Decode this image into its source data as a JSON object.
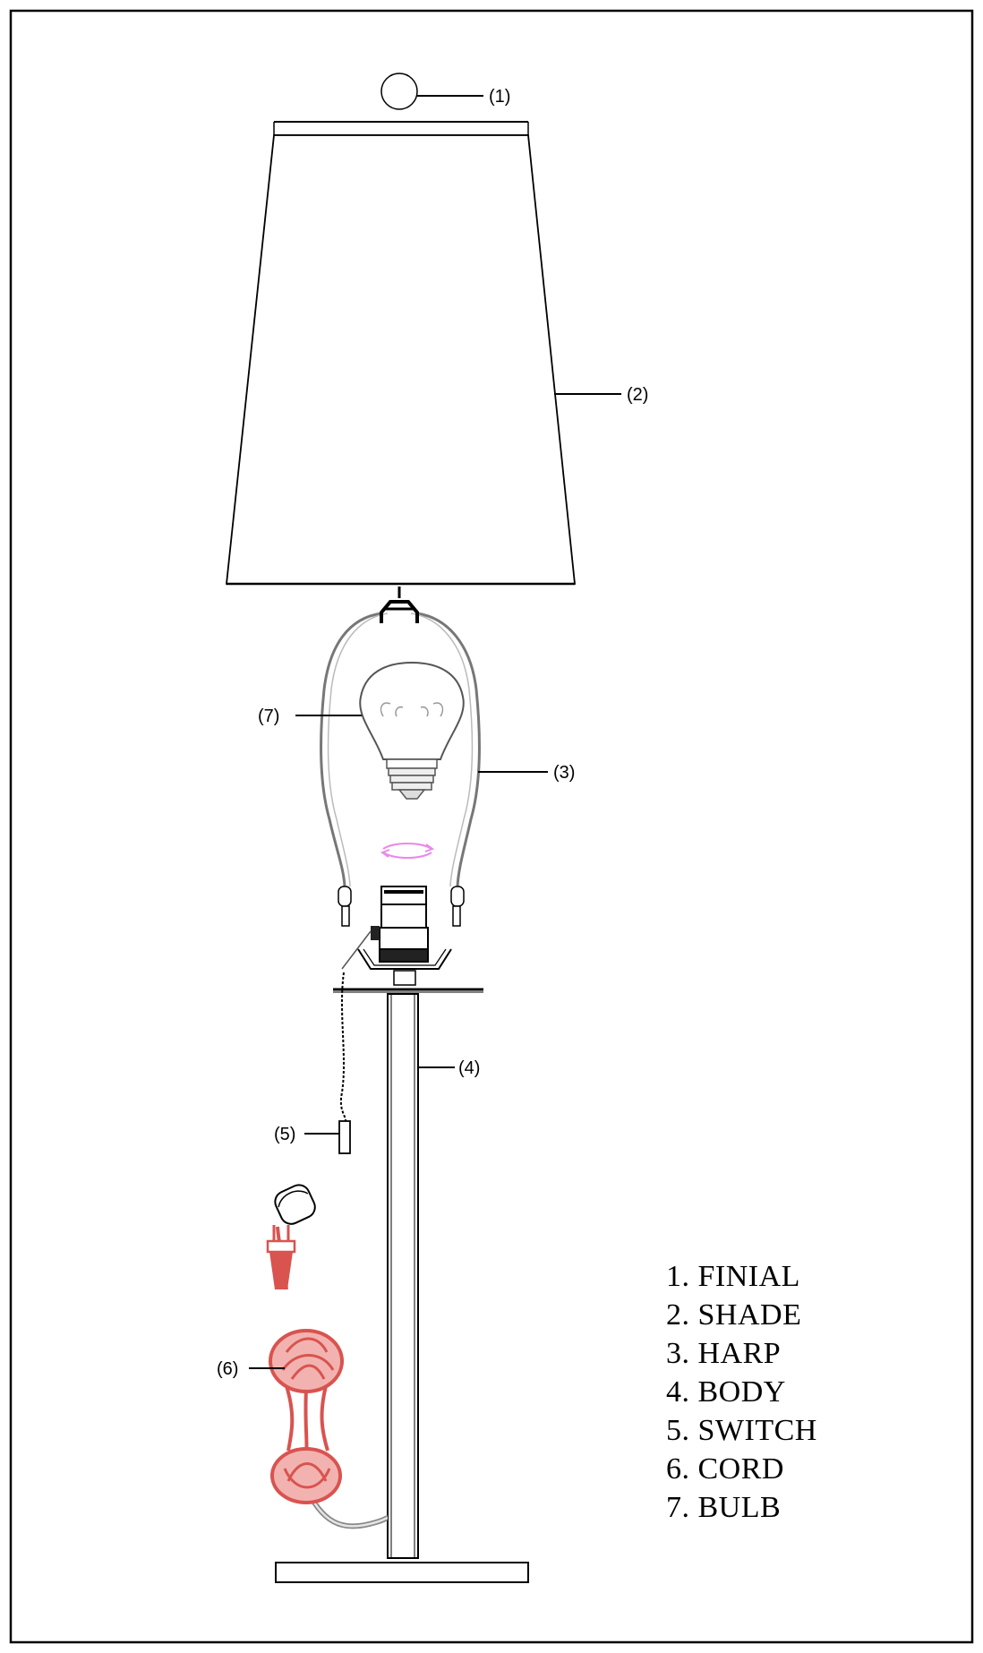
{
  "callouts": {
    "finial": "(1)",
    "shade": "(2)",
    "harp": "(3)",
    "body": "(4)",
    "switch": "(5)",
    "cord": "(6)",
    "bulb": "(7)"
  },
  "legend": [
    "1. FINIAL",
    "2. SHADE",
    "3. HARP",
    "4. BODY",
    "5. SWITCH",
    "6. CORD",
    "7. BULB"
  ],
  "colors": {
    "line": "#000000",
    "cord": "#d9534f",
    "cord_light": "#f2b3b0",
    "harp": "#7a7a7a",
    "accent": "#e98ae9"
  }
}
